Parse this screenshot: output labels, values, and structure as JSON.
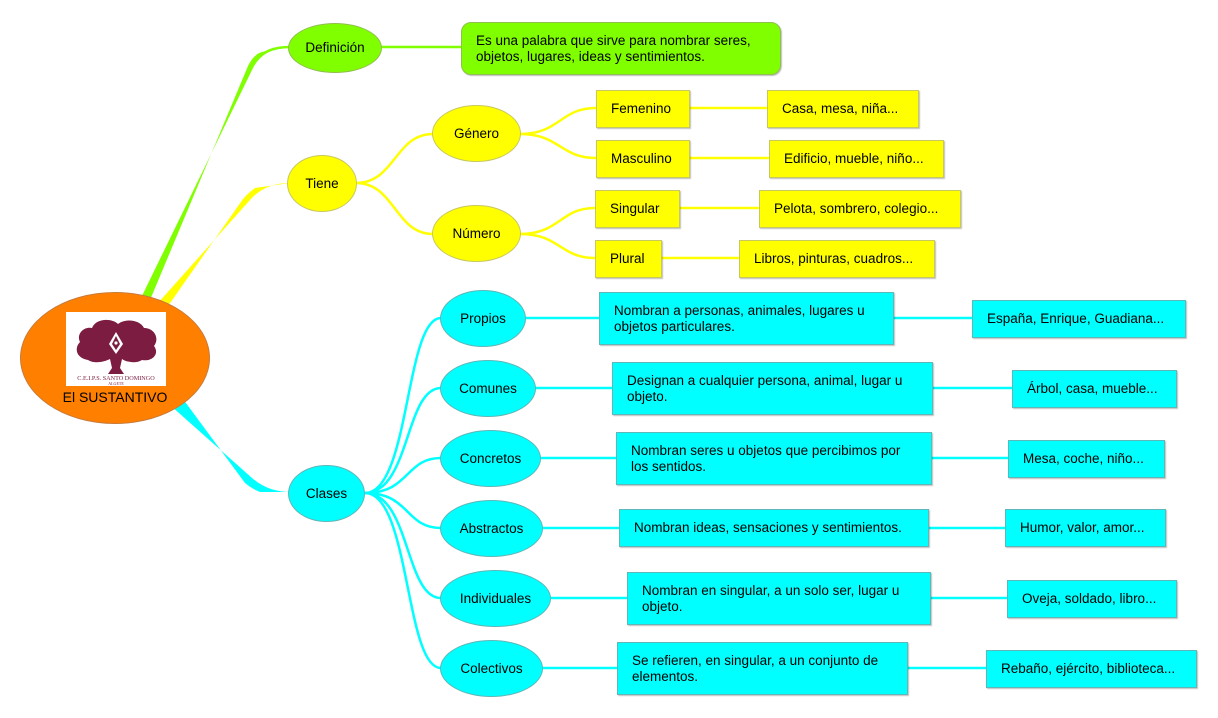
{
  "colors": {
    "root": "#ff8000",
    "definicion": "#80ff00",
    "tiene": "#ffff00",
    "clases": "#00ffff",
    "logo": "#7b1c40"
  },
  "root": {
    "label": "El SUSTANTIVO",
    "logo": {
      "icon": "tree-pen-logo-icon",
      "line1": "C.E.I.P.S. SANTO DOMINGO",
      "line2": "ALGETE"
    }
  },
  "definicion": {
    "label": "Definición",
    "text_line1": "Es una palabra que sirve para nombrar seres,",
    "text_line2": "objetos, lugares, ideas y sentimientos."
  },
  "tiene": {
    "label": "Tiene",
    "genero": {
      "label": "Género",
      "items": [
        {
          "label": "Femenino",
          "example": "Casa, mesa, niña..."
        },
        {
          "label": "Masculino",
          "example": "Edificio, mueble, niño..."
        }
      ]
    },
    "numero": {
      "label": "Número",
      "items": [
        {
          "label": "Singular",
          "example": "Pelota, sombrero, colegio..."
        },
        {
          "label": "Plural",
          "example": "Libros, pinturas, cuadros..."
        }
      ]
    }
  },
  "clases": {
    "label": "Clases",
    "items": [
      {
        "label": "Propios",
        "desc_line1": "Nombran a personas, animales, lugares u",
        "desc_line2": "objetos particulares.",
        "example": "España, Enrique, Guadiana..."
      },
      {
        "label": "Comunes",
        "desc_line1": "Designan a cualquier persona, animal, lugar u",
        "desc_line2": "objeto.",
        "example": "Árbol, casa, mueble..."
      },
      {
        "label": "Concretos",
        "desc_line1": "Nombran seres u objetos que percibimos por",
        "desc_line2": "los sentidos.",
        "example": "Mesa, coche, niño..."
      },
      {
        "label": "Abstractos",
        "desc_line1": "Nombran ideas, sensaciones y sentimientos.",
        "desc_line2": "",
        "example": "Humor, valor, amor..."
      },
      {
        "label": "Individuales",
        "desc_line1": "Nombran en singular, a un solo ser, lugar u",
        "desc_line2": "objeto.",
        "example": "Oveja, soldado, libro..."
      },
      {
        "label": "Colectivos",
        "desc_line1": "Se refieren, en singular, a un conjunto de",
        "desc_line2": "elementos.",
        "example": "Rebaño, ejército, biblioteca..."
      }
    ]
  }
}
